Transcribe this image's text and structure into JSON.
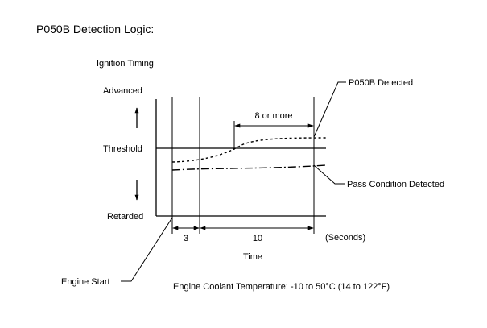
{
  "title": "P050B Detection Logic:",
  "y_axis": {
    "title": "Ignition Timing",
    "top_label": "Advanced",
    "threshold_label": "Threshold",
    "bottom_label": "Retarded"
  },
  "x_axis": {
    "title": "Time",
    "unit_label": "(Seconds)",
    "interval_1_label": "3",
    "interval_2_label": "10"
  },
  "annotations": {
    "duration_label": "8 or more",
    "detected_label": "P050B Detected",
    "pass_label": "Pass Condition Detected",
    "engine_start_label": "Engine Start",
    "coolant_condition": "Engine Coolant Temperature: -10 to 50°C (14 to 122°F)"
  },
  "colors": {
    "ink": "#000000",
    "background": "#ffffff"
  }
}
